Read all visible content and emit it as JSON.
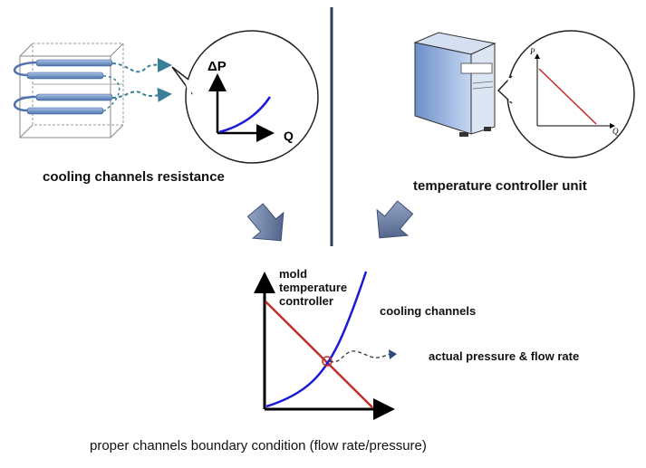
{
  "left_panel": {
    "caption": "cooling channels resistance",
    "graph_y_label": "ΔP",
    "graph_x_label": "Q"
  },
  "right_panel": {
    "caption": "temperature controller unit",
    "graph_y_label": "P",
    "graph_x_label": "Q"
  },
  "bottom_graph": {
    "curve_label_controller": [
      "mold",
      "temperature",
      "controller"
    ],
    "curve_label_channels": "cooling channels",
    "intersection_label": "actual pressure & flow rate"
  },
  "footer_caption": "proper channels boundary condition (flow rate/pressure)",
  "colors": {
    "channel_curve": "#1a1ad6",
    "controller_line": "#c0302a",
    "divider": "#2e3e56",
    "arrow_fill": "#5a6f98",
    "bubble_stroke": "#222222"
  }
}
